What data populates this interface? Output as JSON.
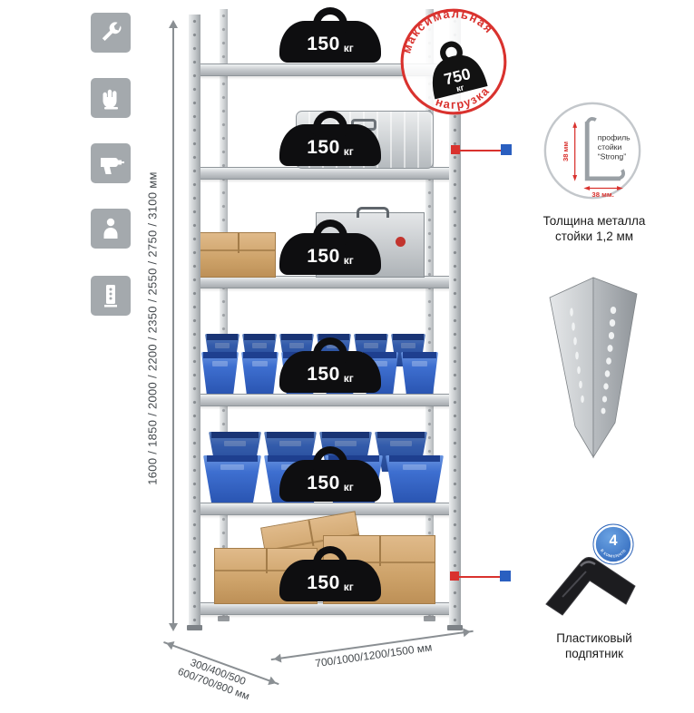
{
  "colors": {
    "accent_red": "#d9322e",
    "accent_blue": "#2a5fc0",
    "bin_blue": "#3e6fd0",
    "metal_gray": "#c6cacd",
    "cardboard": "#cda269",
    "icon_tile": "#a4a9ad"
  },
  "left_toolbar": {
    "icons": [
      {
        "name": "wrench"
      },
      {
        "name": "gloves"
      },
      {
        "name": "drill"
      },
      {
        "name": "person"
      },
      {
        "name": "perforated-post"
      }
    ]
  },
  "dimensions": {
    "height": "1600 / 1850 / 2000 / 2200 / 2350 / 2550 / 2750 / 3100 мм",
    "depth_line1": "300/400/500",
    "depth_line2": "600/700/800 мм",
    "width": "700/1000/1200/1500 мм"
  },
  "rack": {
    "shelves": [
      {
        "load": "150",
        "unit": "кг"
      },
      {
        "load": "150",
        "unit": "кг"
      },
      {
        "load": "150",
        "unit": "кг"
      },
      {
        "load": "150",
        "unit": "кг"
      },
      {
        "load": "150",
        "unit": "кг"
      },
      {
        "load": "150",
        "unit": "кг"
      }
    ]
  },
  "stamp": {
    "top": "максимальная",
    "bottom": "нагрузка",
    "value": "750",
    "unit": "кг"
  },
  "profile": {
    "label_line1": "профиль",
    "label_line2": "стойки",
    "label_line3": "“Strong”",
    "dim_vertical": "38 мм",
    "dim_horizontal": "38 мм.",
    "caption": "Толщина металла стойки 1,2 мм"
  },
  "foot": {
    "badge_value": "4",
    "badge_text": "в комплекте",
    "caption": "Пластиковый подпятник"
  }
}
